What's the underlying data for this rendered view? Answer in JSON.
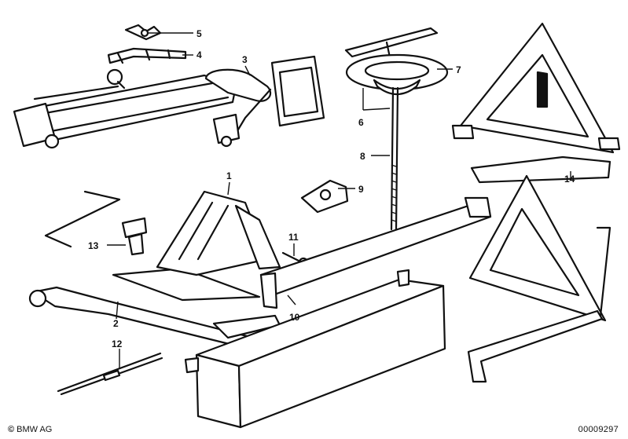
{
  "callouts": {
    "c1": "1",
    "c2": "2",
    "c3": "3",
    "c4": "4",
    "c5": "5",
    "c6": "6",
    "c7": "7",
    "c8": "8",
    "c9": "9",
    "c10": "10",
    "c11": "11",
    "c12": "12",
    "c13": "13",
    "c14": "14"
  },
  "footer": {
    "copyright_symbol": "©",
    "copyright": "BMW AG",
    "diagram_id": "00009297"
  },
  "colors": {
    "ink": "#111111",
    "paper": "#ffffff"
  }
}
